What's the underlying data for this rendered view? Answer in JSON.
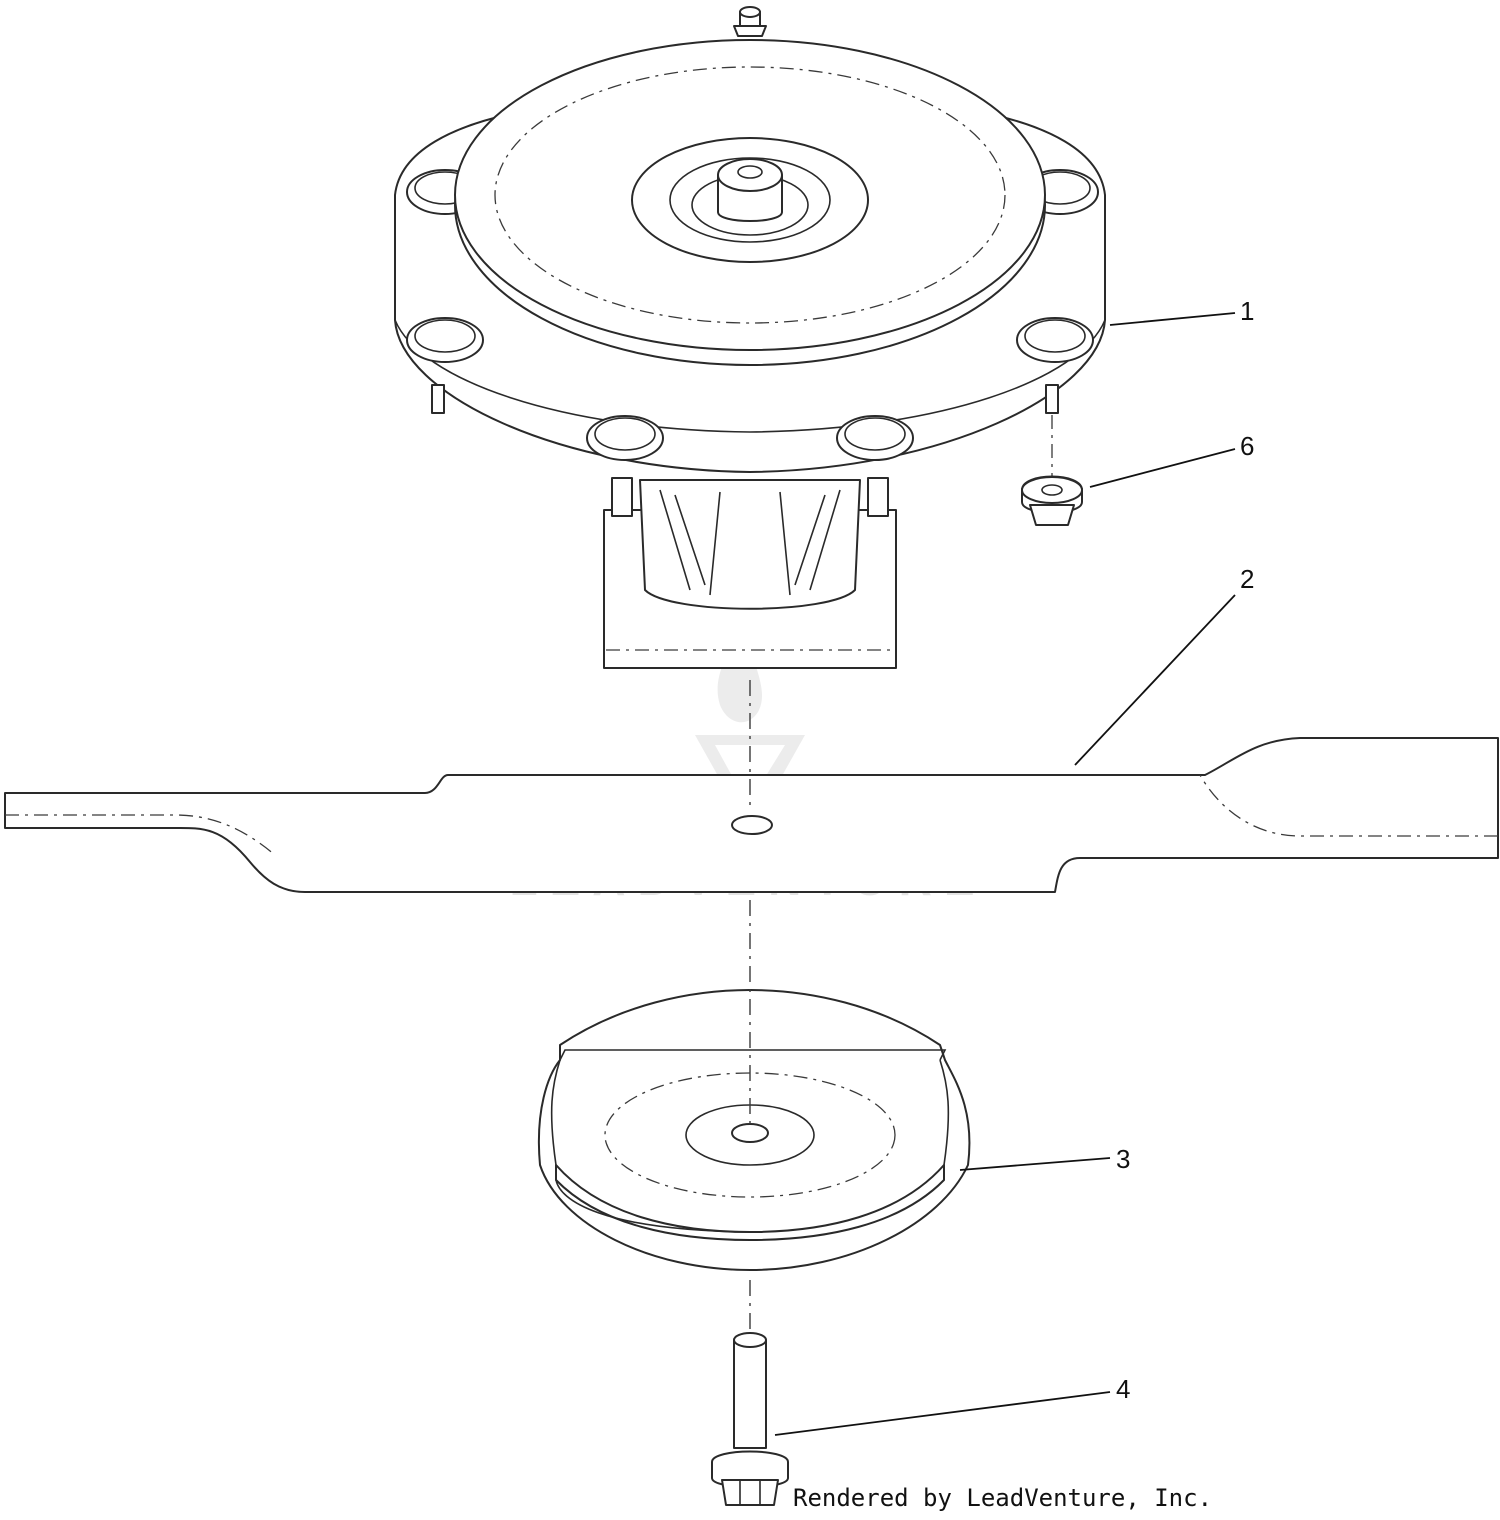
{
  "title": "",
  "callouts": [
    {
      "id": "1",
      "label": "1"
    },
    {
      "id": "2",
      "label": "2"
    },
    {
      "id": "3",
      "label": "3"
    },
    {
      "id": "4",
      "label": "4"
    },
    {
      "id": "6",
      "label": "6"
    }
  ],
  "footer": {
    "credit": "Rendered by LeadVenture, Inc."
  },
  "watermark": {
    "text": "LEADVENTURE"
  }
}
